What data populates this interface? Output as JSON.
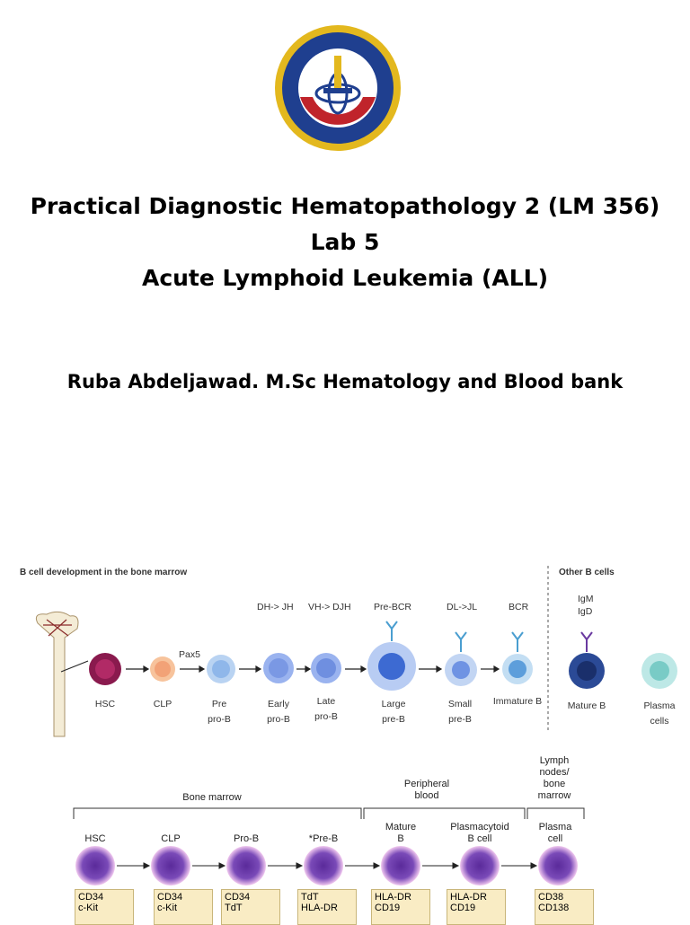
{
  "logo": {
    "icon": "university-seal-icon",
    "colors": {
      "ring": "#1f3f8f",
      "gold": "#e3b81e",
      "inner": "#ffffff"
    }
  },
  "title": {
    "line1": "Practical Diagnostic Hematopathology 2 (LM 356)",
    "line2": "Lab 5",
    "line3": "Acute Lymphoid Leukemia (ALL)"
  },
  "author": "Ruba Abdeljawad. M.Sc Hematology and Blood bank",
  "figure1": {
    "caption": "B cell development in the bone marrow",
    "other_caption": "Other B cells",
    "pax5": "Pax5",
    "top_labels": {
      "dhjh": "DH-> JH",
      "vhdjh": "VH-> DJH",
      "prebcr": "Pre-BCR",
      "dljl": "DL->JL",
      "bcr": "BCR",
      "igm": "IgM",
      "igd": "IgD"
    },
    "cells": [
      {
        "l1": "HSC",
        "l2": ""
      },
      {
        "l1": "CLP",
        "l2": ""
      },
      {
        "l1": "Pre",
        "l2": "pro-B"
      },
      {
        "l1": "Early",
        "l2": "pro-B"
      },
      {
        "l1": "Late",
        "l2": "pro-B"
      },
      {
        "l1": "Large",
        "l2": "pre-B"
      },
      {
        "l1": "Small",
        "l2": "pre-B"
      },
      {
        "l1": "Immature B",
        "l2": ""
      },
      {
        "l1": "Mature B",
        "l2": ""
      },
      {
        "l1": "Plasma",
        "l2": "cells"
      }
    ]
  },
  "figure2": {
    "region_bm": "Bone marrow",
    "region_pb1": "Peripheral",
    "region_pb2": "blood",
    "region_ln1": "Lymph",
    "region_ln2": "nodes/",
    "region_ln3": "bone",
    "region_ln4": "marrow",
    "stages": [
      {
        "l1": "HSC",
        "l2": ""
      },
      {
        "l1": "CLP",
        "l2": ""
      },
      {
        "l1": "Pro-B",
        "l2": ""
      },
      {
        "l1": "*Pre-B",
        "l2": ""
      },
      {
        "l1": "Mature",
        "l2": "B"
      },
      {
        "l1": "Plasmacytoid",
        "l2": "B cell"
      },
      {
        "l1": "Plasma",
        "l2": "cell"
      }
    ],
    "markers": [
      [
        "CD34",
        "c-Kit"
      ],
      [
        "CD34",
        "c-Kit"
      ],
      [
        "CD34",
        "TdT"
      ],
      [
        "TdT",
        "HLA-DR"
      ],
      [
        "HLA-DR",
        "CD19"
      ],
      [
        "HLA-DR",
        "CD19"
      ],
      [
        "CD38",
        "CD138"
      ]
    ]
  }
}
